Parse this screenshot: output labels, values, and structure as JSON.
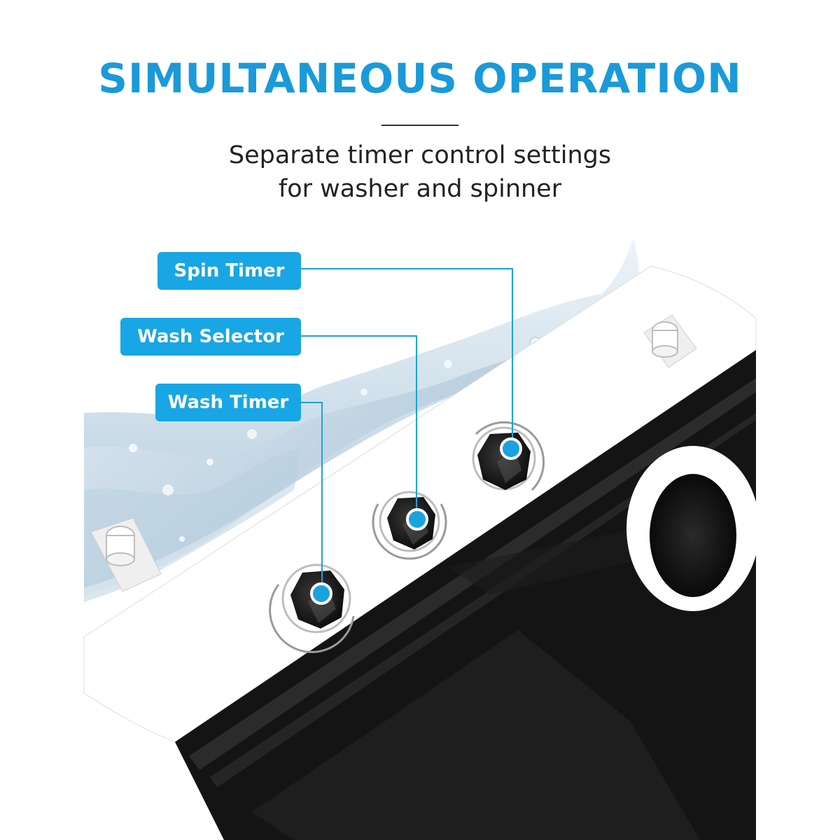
{
  "headline": "SIMULTANEOUS OPERATION",
  "subtitle": {
    "line1": "Separate timer control settings",
    "line2": "for washer and spinner"
  },
  "callouts": {
    "spin_timer": "Spin Timer",
    "wash_selector": "Wash Selector",
    "wash_timer": "Wash Timer"
  },
  "colors": {
    "accent": "#1a9ad9",
    "label_bg": "#18a6e5",
    "machine_dark": "#141414",
    "panel_white": "#ffffff"
  }
}
